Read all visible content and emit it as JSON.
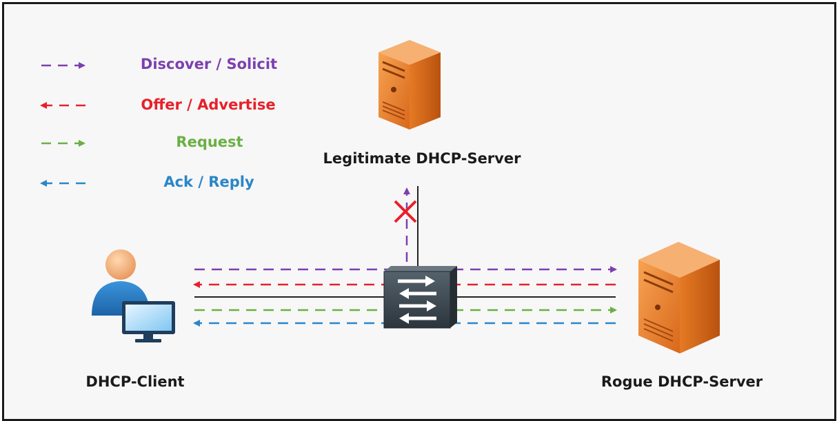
{
  "legend": [
    {
      "label": "Discover / Solicit",
      "color": "#7d3fb0"
    },
    {
      "label": "Offer / Advertise",
      "color": "#e8202a"
    },
    {
      "label": "Request",
      "color": "#6ab043"
    },
    {
      "label": "Ack / Reply",
      "color": "#2a86c8"
    }
  ],
  "nodes": {
    "legitimate_server": "Legitimate DHCP-Server",
    "client": "DHCP-Client",
    "rogue_server": "Rogue DHCP-Server"
  },
  "colors": {
    "server_orange": "#f08a2e",
    "switch_dark": "#3a4650",
    "client_blue": "#2a7fc8"
  },
  "icons": [
    "server-icon",
    "client-icon",
    "switch-icon",
    "blocked-x-icon"
  ]
}
